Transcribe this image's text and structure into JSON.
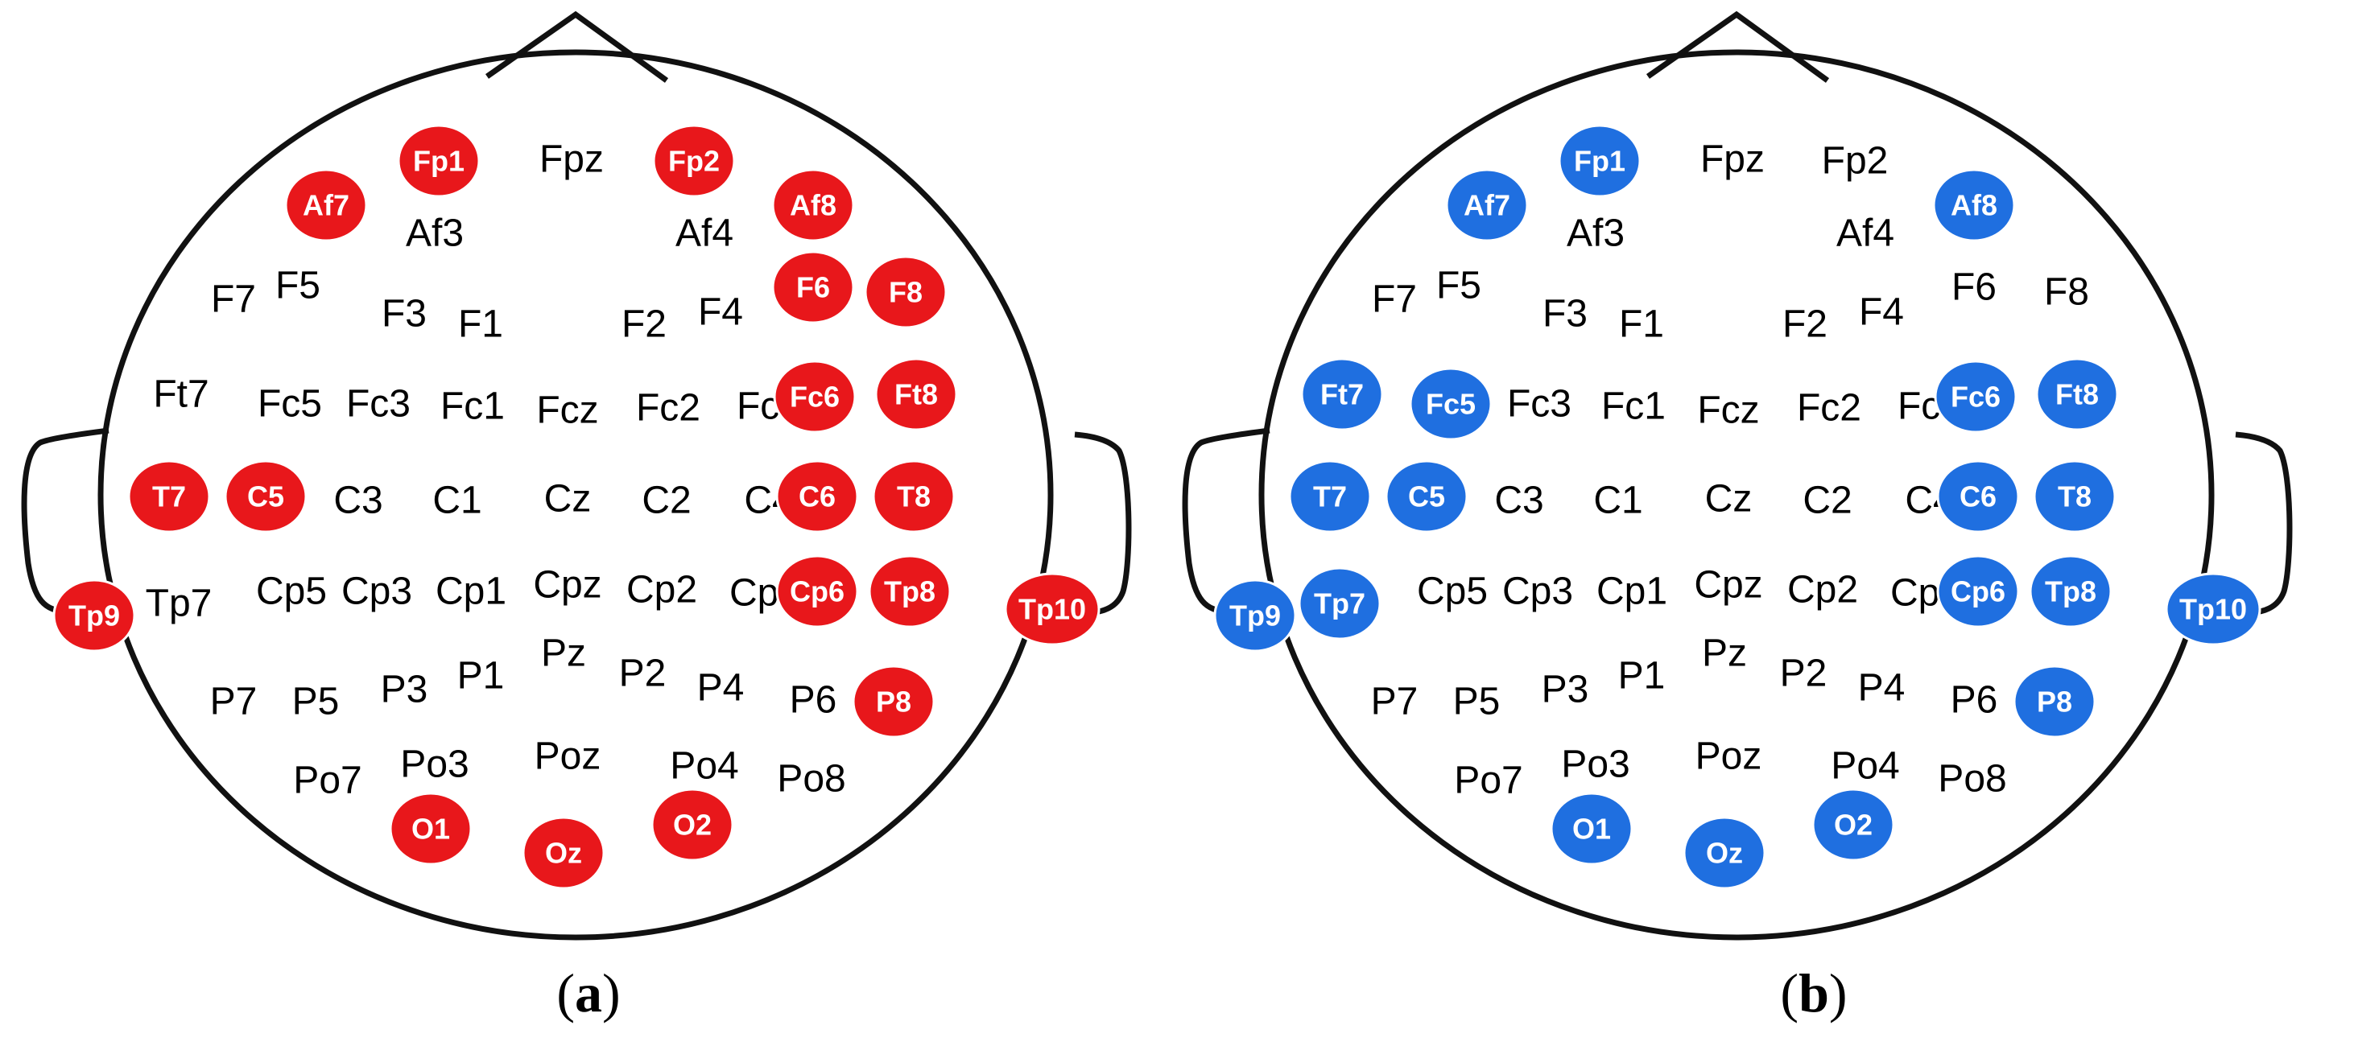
{
  "colors": {
    "panel_a": "#e8171b",
    "panel_b": "#1f6fe0",
    "outline": "#111111"
  },
  "panels": [
    {
      "id": "a",
      "caption_open": "(",
      "caption_letter": "a",
      "caption_close": ")",
      "color_key": "panel_a",
      "highlighted": [
        "Fp1",
        "Fp2",
        "Af7",
        "Af8",
        "F6",
        "F8",
        "Fc6",
        "Ft8",
        "T7",
        "C5",
        "C6",
        "T8",
        "Tp9",
        "Cp6",
        "Tp8",
        "Tp10",
        "P8",
        "O1",
        "Oz",
        "O2"
      ]
    },
    {
      "id": "b",
      "caption_open": "(",
      "caption_letter": "b",
      "caption_close": ")",
      "color_key": "panel_b",
      "highlighted": [
        "Fp1",
        "Af7",
        "Af8",
        "Ft7",
        "Fc5",
        "Fc6",
        "Ft8",
        "T7",
        "C5",
        "C6",
        "T8",
        "Tp9",
        "Tp7",
        "Cp6",
        "Tp8",
        "Tp10",
        "P8",
        "O1",
        "Oz",
        "O2"
      ]
    }
  ],
  "electrodes": [
    "Fp1",
    "Fpz",
    "Fp2",
    "Af7",
    "Af3",
    "Af4",
    "Af8",
    "F7",
    "F5",
    "F3",
    "F1",
    "F2",
    "F4",
    "F6",
    "F8",
    "Ft7",
    "Fc5",
    "Fc3",
    "Fc1",
    "Fcz",
    "Fc2",
    "Fc4",
    "Fc6",
    "Ft8",
    "T7",
    "C5",
    "C3",
    "C1",
    "Cz",
    "C2",
    "C4",
    "C6",
    "T8",
    "Tp9",
    "Tp7",
    "Cp5",
    "Cp3",
    "Cp1",
    "Cpz",
    "Cp2",
    "Cp4",
    "Cp6",
    "Tp8",
    "Tp10",
    "P7",
    "P5",
    "P3",
    "P1",
    "Pz",
    "P2",
    "P4",
    "P6",
    "P8",
    "Po7",
    "Po3",
    "Poz",
    "Po4",
    "Po8",
    "O1",
    "Oz",
    "O2"
  ]
}
